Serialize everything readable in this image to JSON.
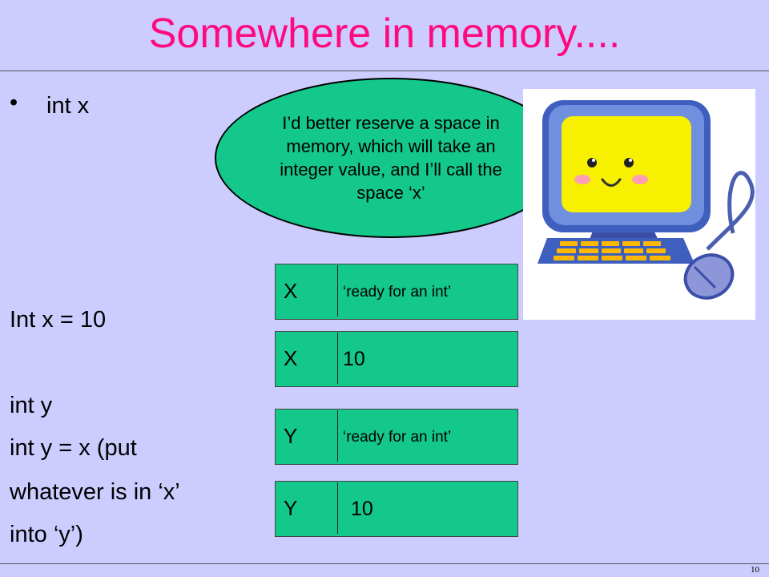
{
  "slide": {
    "title": "Somewhere in memory....",
    "page_number": "10"
  },
  "left_text": {
    "bullet": "int x",
    "lines": [
      "Int x = 10",
      "int y",
      "int y = x (put",
      "whatever is in ‘x’",
      "into ‘y’)"
    ]
  },
  "bubble": {
    "text": "I’d better reserve a space in memory, which will take an integer value, and I’ll call the space ‘x’"
  },
  "memory_boxes": [
    {
      "name": "X",
      "value": "‘ready for an int’"
    },
    {
      "name": "X",
      "value": "10"
    },
    {
      "name": "Y",
      "value": "‘ready for an int’"
    },
    {
      "name": "Y",
      "value": "10"
    }
  ],
  "colors": {
    "background": "#ccccff",
    "title": "#ff0a7e",
    "box_fill": "#14c78b"
  },
  "icons": {
    "illustration": "smiling-computer-icon"
  }
}
